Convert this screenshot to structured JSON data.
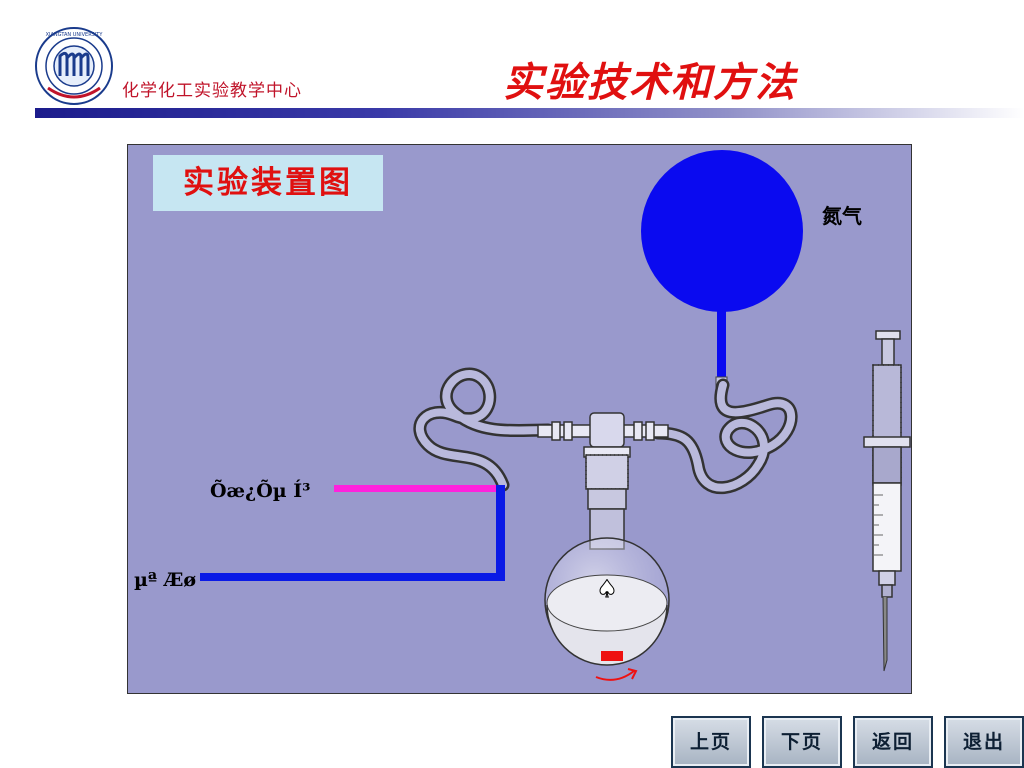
{
  "header": {
    "org": "化学化工实验教学中心",
    "title": "实验技术和方法",
    "logo_text": "XIANGTAN UNIVERSITY"
  },
  "diagram": {
    "title": "实验装置图",
    "labels": {
      "nitrogen": "氮气",
      "pipe_upper": "Õæ¿Õµ Í³",
      "pipe_lower": "µª Æø"
    }
  },
  "nav": {
    "prev": "上页",
    "next": "下页",
    "back": "返回",
    "exit": "退出"
  },
  "colors": {
    "title_red": "#e01010",
    "panel_bg": "#9999cc",
    "balloon_blue": "#0a0af0",
    "magenta_pipe": "#ff22dd",
    "blue_pipe": "#0a1ae6",
    "stir_bar": "#ee1111"
  }
}
